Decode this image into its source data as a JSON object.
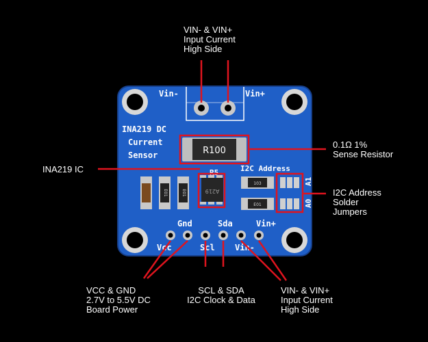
{
  "board": {
    "pcb_color": "#1f5fc7",
    "silk_color": "#ffffff",
    "pin_labels_top": [
      "Vin-",
      "Vin+"
    ],
    "title_lines": [
      "INA219 DC",
      "Current",
      "Sensor"
    ],
    "resistor_marking": "R100",
    "chip_ref": "R5",
    "chip_marking": "A219",
    "i2c_label": "I2C Address",
    "jumper_a1": "A1",
    "jumper_a0": "A0",
    "smd_marks": [
      "E01",
      "E01"
    ],
    "jumper_pad_marks": [
      "103",
      "E01"
    ],
    "header_top_labels": [
      "Gnd",
      "Sda",
      "Vin+"
    ],
    "header_bottom_labels": [
      "Vcc",
      "Scl",
      "Vin-"
    ]
  },
  "annotations": {
    "line_color": "#e0141e",
    "top": "VIN- & VIN+\nInput Current\nHigh Side",
    "resistor": "0.1Ω 1%\nSense Resistor",
    "chip": "INA219 IC",
    "jumpers": "I2C Address\nSolder\nJumpers",
    "power": "VCC & GND\n2.7V to 5.5V DC\nBoard Power",
    "i2c": "SCL & SDA\nI2C Clock & Data",
    "vin_bottom": "VIN- & VIN+\nInput Current\nHigh Side"
  }
}
